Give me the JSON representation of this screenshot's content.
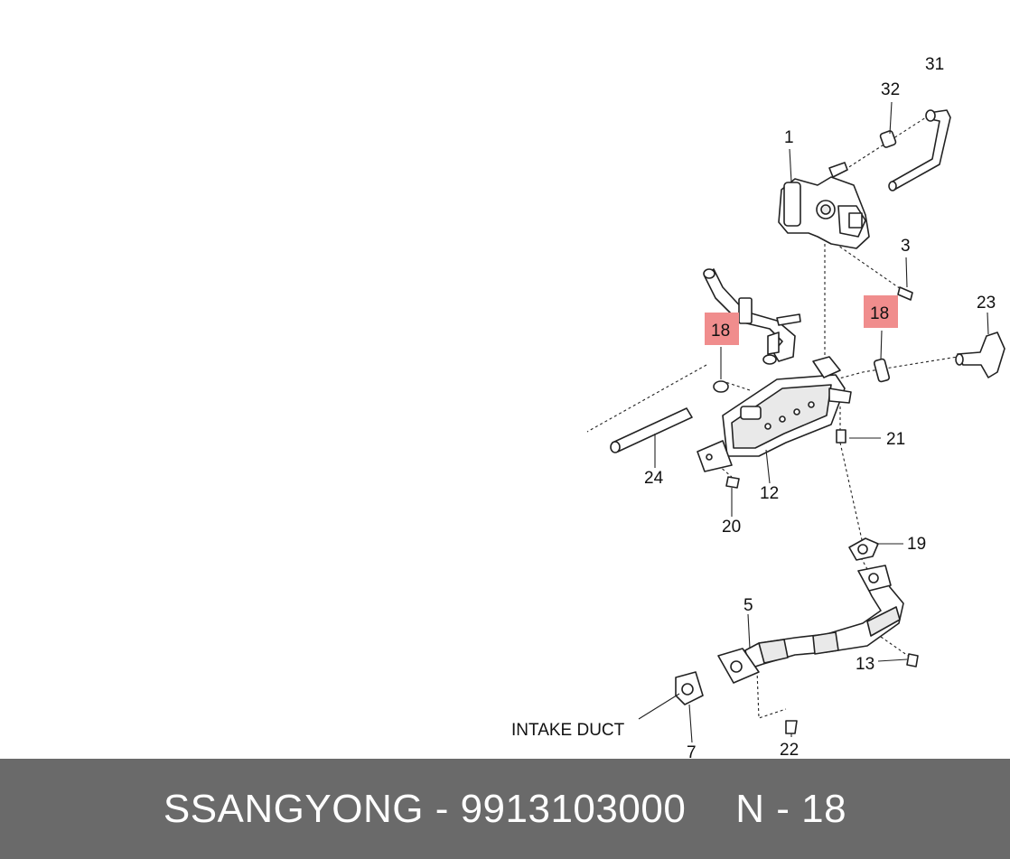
{
  "diagram": {
    "labels": {
      "p1": "1",
      "p3": "3",
      "p5": "5",
      "p7": "7",
      "p12": "12",
      "p13": "13",
      "p18a": "18",
      "p18b": "18",
      "p19": "19",
      "p20": "20",
      "p21": "21",
      "p22": "22",
      "p23": "23",
      "p24": "24",
      "p31": "31",
      "p32": "32",
      "intake": "INTAKE DUCT"
    },
    "highlight_color": "#f08d8d"
  },
  "footer": {
    "brand_part": "SSANGYONG - 9913103000",
    "ref": "N - 18",
    "background": "#6a6a6a"
  }
}
